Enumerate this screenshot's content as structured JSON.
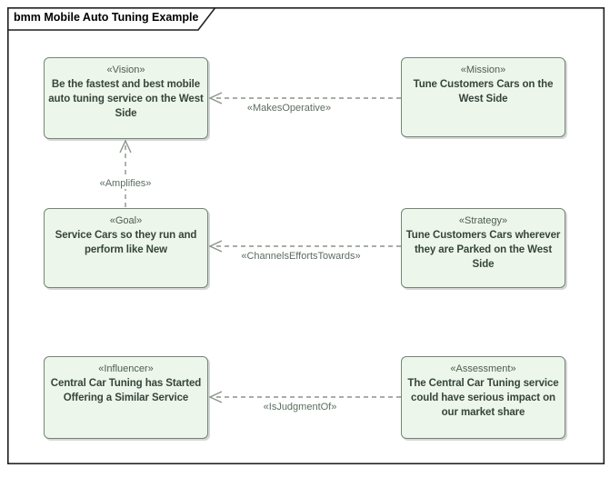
{
  "title": "bmm Mobile Auto Tuning Example",
  "colors": {
    "node_fill": "#edf6ea",
    "node_border": "#75847a",
    "node_text": "#35453c",
    "stereotype_text": "#4b5e51",
    "connector": "#8a938a",
    "frame_border": "#1f1f1f",
    "background": "#ffffff"
  },
  "nodes": [
    {
      "stereotype": "«Vision»",
      "text": "Be the fastest and best mobile auto tuning service on the West Side"
    },
    {
      "stereotype": "«Mission»",
      "text": "Tune Customers Cars on the West Side"
    },
    {
      "stereotype": "«Goal»",
      "text": "Service Cars so they run and perform like New"
    },
    {
      "stereotype": "«Strategy»",
      "text": "Tune Customers Cars wherever they are Parked on the West Side"
    },
    {
      "stereotype": "«Influencer»",
      "text": "Central Car Tuning has Started Offering a Similar Service"
    },
    {
      "stereotype": "«Assessment»",
      "text": "The Central Car Tuning service could have serious impact on our market share"
    }
  ],
  "connectors": [
    {
      "label": "«MakesOperative»",
      "from": "Mission",
      "to": "Vision",
      "style": "dashed-open-arrow"
    },
    {
      "label": "«Amplifies»",
      "from": "Goal",
      "to": "Vision",
      "style": "dashed-open-arrow"
    },
    {
      "label": "«ChannelsEffortsTowards»",
      "from": "Strategy",
      "to": "Goal",
      "style": "dashed-open-arrow"
    },
    {
      "label": "«IsJudgmentOf»",
      "from": "Assessment",
      "to": "Influencer",
      "style": "dashed-open-arrow"
    }
  ]
}
